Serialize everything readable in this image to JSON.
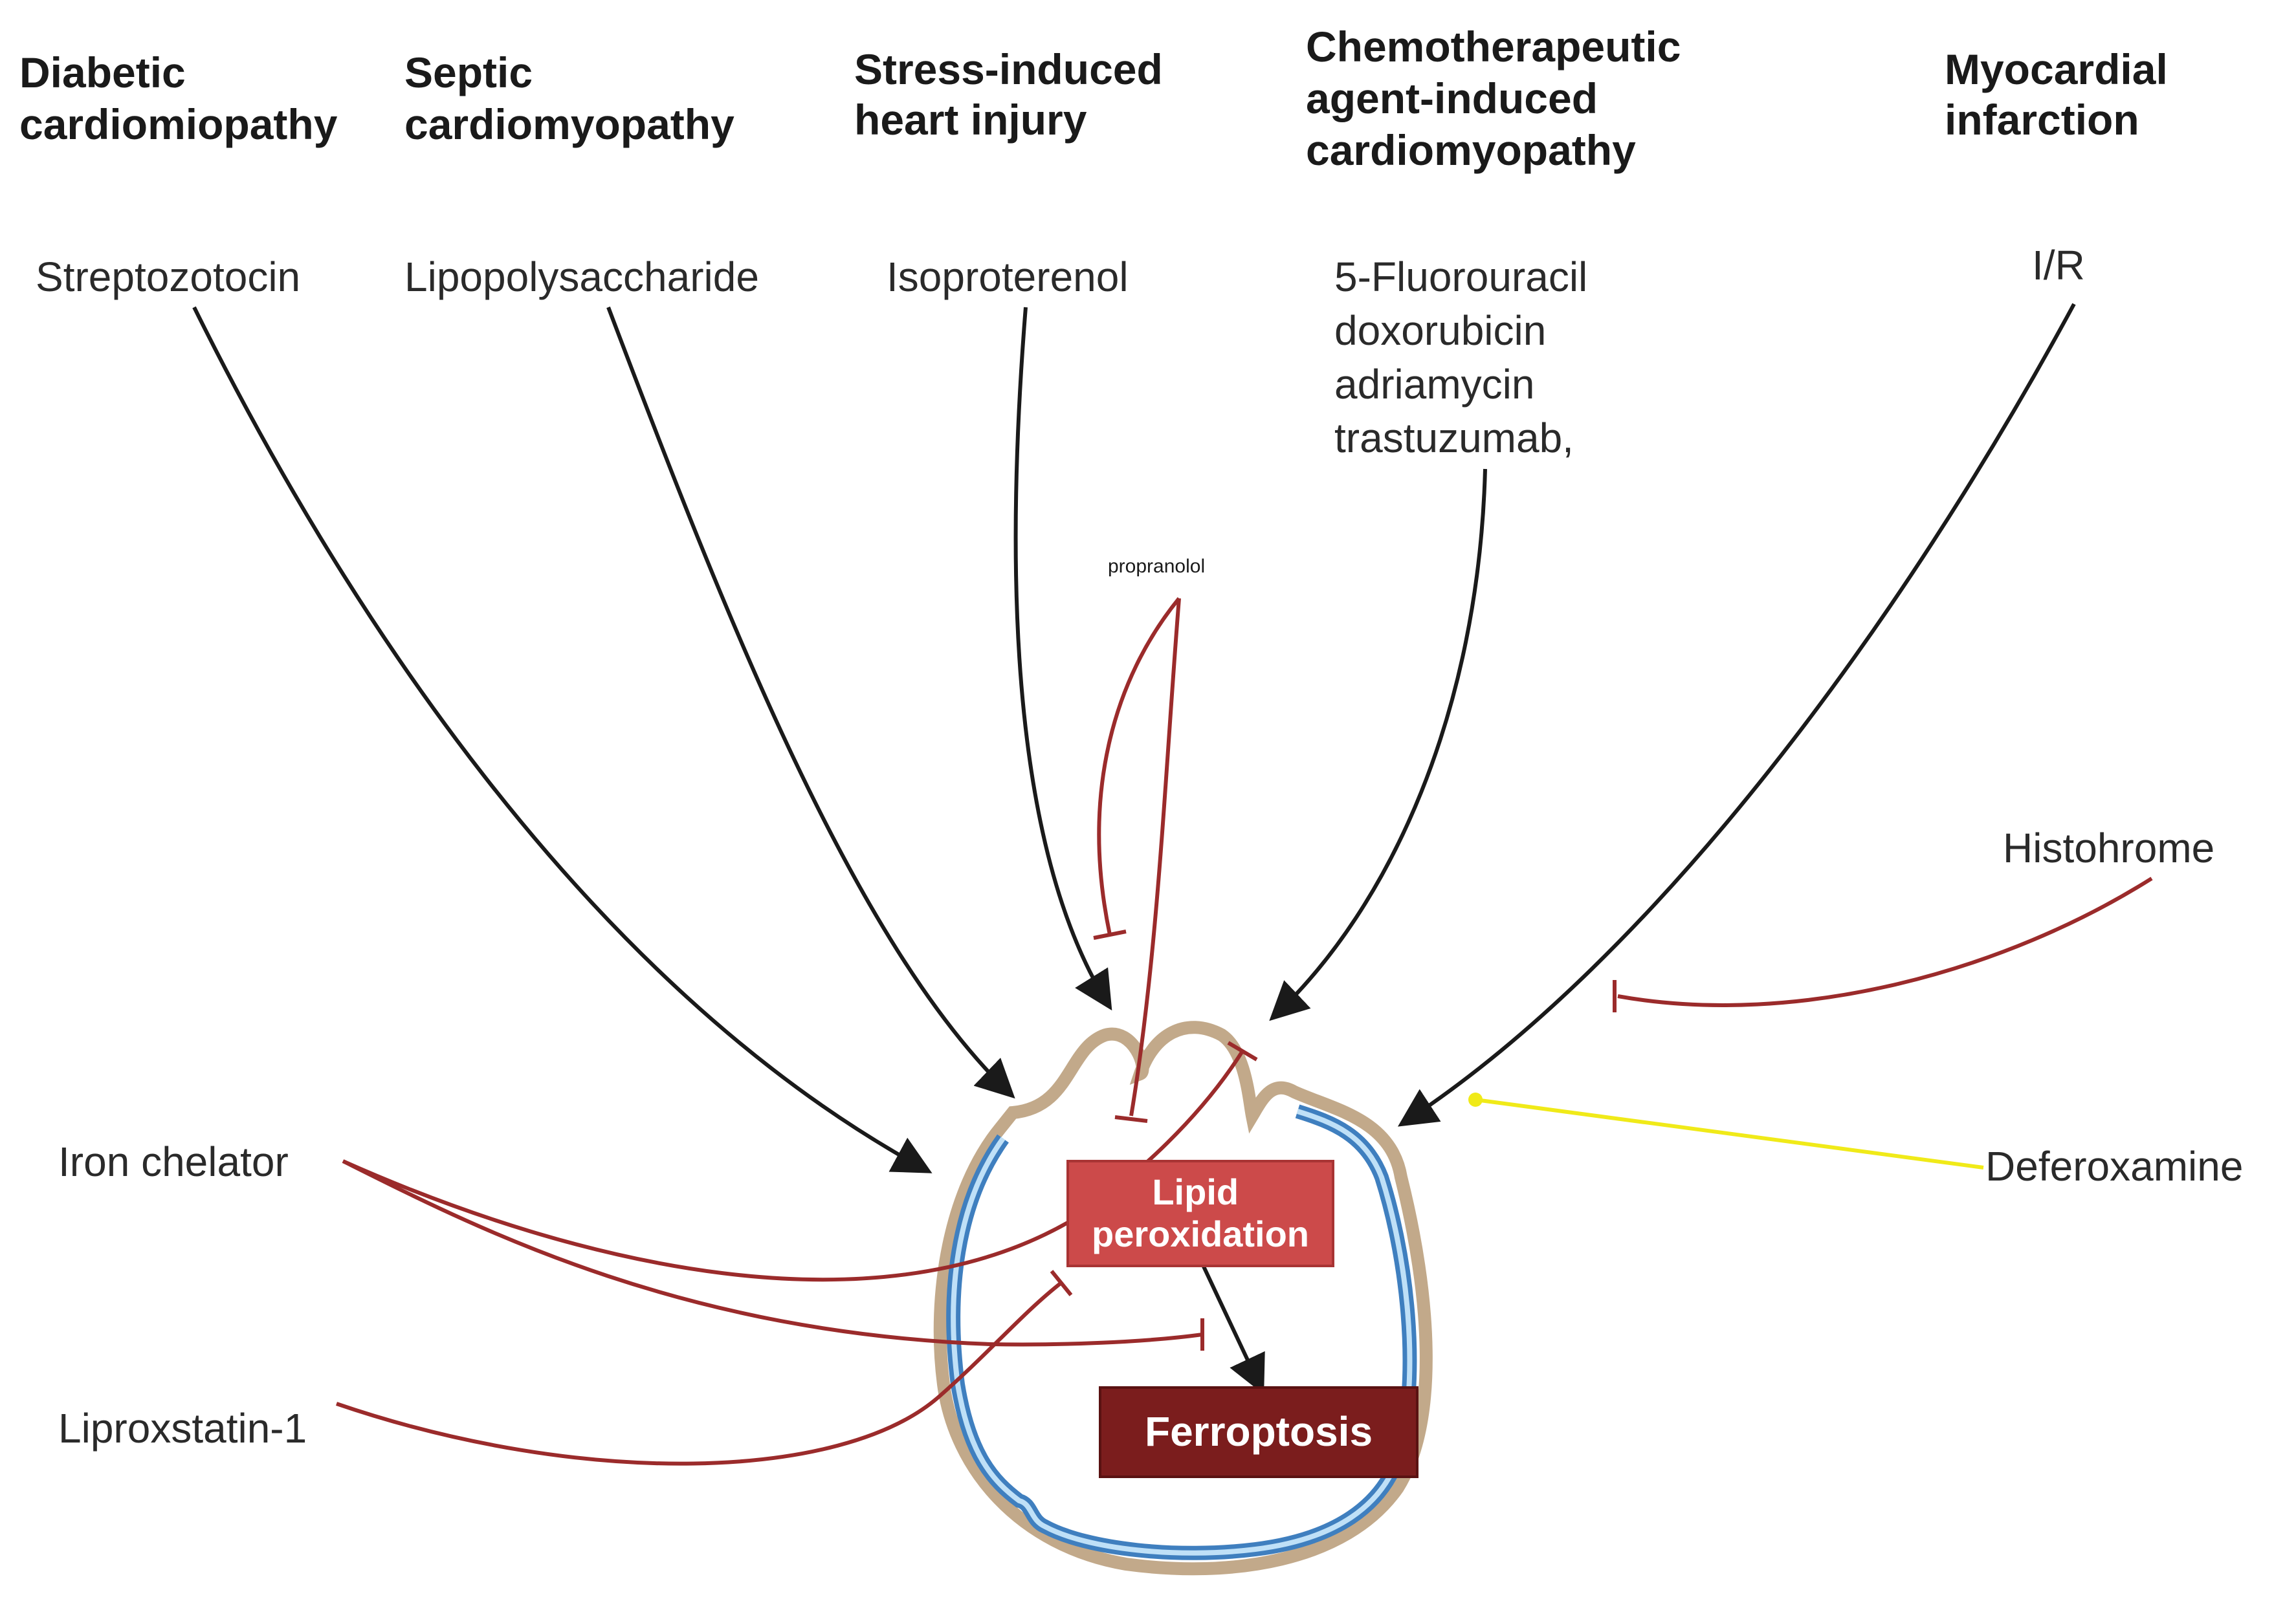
{
  "conditions": {
    "diabetic": [
      "Diabetic",
      "cardiomiopathy"
    ],
    "septic": [
      "Septic",
      "cardiomyopathy"
    ],
    "stress": [
      "Stress-induced",
      "heart injury"
    ],
    "chemo": [
      "Chemotherapeutic",
      "agent-induced",
      "cardiomyopathy"
    ],
    "mi": [
      "Myocardial",
      "infarction"
    ]
  },
  "inducers": {
    "streptozotocin": "Streptozotocin",
    "lps": "Lipopolysaccharide",
    "isoproterenol": "Isoproterenol",
    "chemo_agents": [
      "5-Fluorouracil",
      "doxorubicin",
      "adriamycin",
      "trastuzumab,"
    ],
    "ir": "I/R"
  },
  "inhibitors": {
    "propranolol": "propranolol",
    "histohrome": "Histohrome",
    "iron_chelator": "Iron chelator",
    "liproxstatin": "Liproxstatin-1",
    "deferoxamine": "Deferoxamine"
  },
  "center": {
    "lipid_peroxidation": [
      "Lipid",
      "peroxidation"
    ],
    "ferroptosis": "Ferroptosis"
  },
  "colors": {
    "activation": "#1a1a1a",
    "inhibition": "#9b2b2b",
    "deferoxamine_line": "#f0ea18",
    "heart_outline": "#c2a98a",
    "heart_inner": "#5b9fd8",
    "lipid_box": "#cc4a4a",
    "ferroptosis_box": "#7b1d1d"
  }
}
